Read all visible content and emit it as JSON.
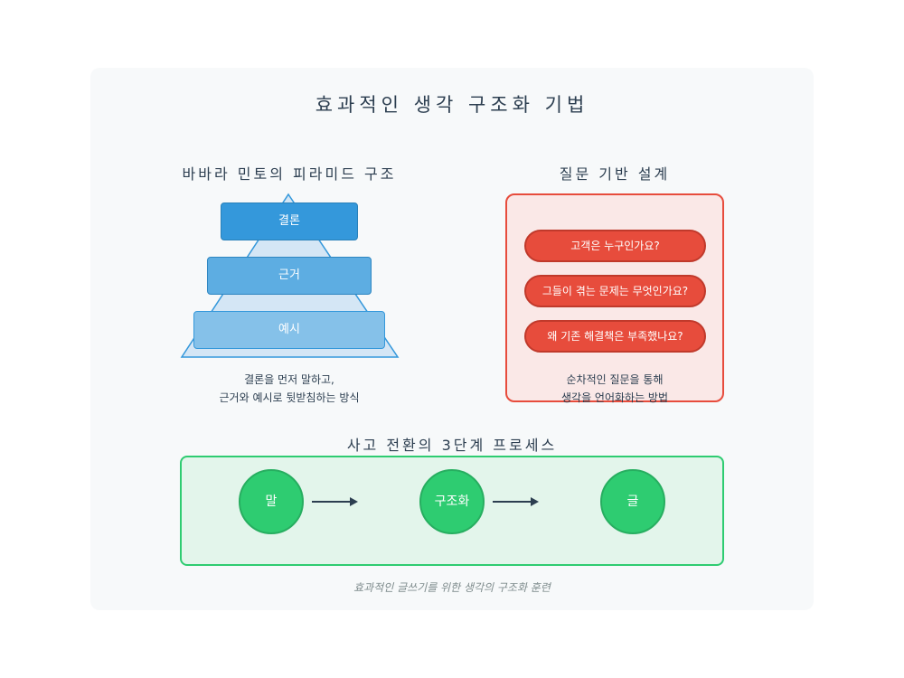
{
  "title": "효과적인 생각 구조화 기법",
  "pyramid": {
    "title": "바바라 민토의 피라미드 구조",
    "levels": [
      "결론",
      "근거",
      "예시"
    ],
    "caption": [
      "결론을 먼저 말하고,",
      "근거와 예시로 뒷받침하는 방식"
    ],
    "colors": {
      "triangle_fill": "#d4e6f5",
      "triangle_stroke": "#3498db",
      "level1": "#3498db",
      "level2": "#5dade2",
      "level3": "#85c1e9"
    }
  },
  "questions": {
    "title": "질문 기반 설계",
    "items": [
      "고객은 누구인가요?",
      "그들이 겪는 문제는 무엇인가요?",
      "왜 기존 해결책은 부족했나요?"
    ],
    "caption": [
      "순차적인 질문을 통해",
      "생각을 언어화하는 방법"
    ],
    "colors": {
      "accent": "#e74c3c",
      "background": "#fae8e7"
    }
  },
  "process": {
    "title": "사고 전환의 3단계 프로세스",
    "steps": [
      "말",
      "구조화",
      "글"
    ],
    "colors": {
      "accent": "#2ecc71",
      "background": "#e3f5eb",
      "arrow": "#2c3e50"
    }
  },
  "footer": "효과적인 글쓰기를 위한 생각의 구조화 훈련"
}
